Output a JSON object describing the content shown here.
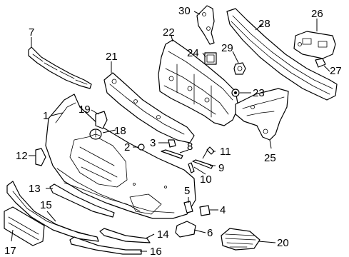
{
  "diagram": {
    "callouts": [
      "1",
      "2",
      "3",
      "4",
      "5",
      "6",
      "7",
      "8",
      "9",
      "10",
      "11",
      "12",
      "13",
      "14",
      "15",
      "16",
      "17",
      "18",
      "19",
      "20",
      "21",
      "22",
      "23",
      "24",
      "25",
      "26",
      "27",
      "28",
      "29",
      "30"
    ],
    "line_color": "#000000",
    "background": "#ffffff"
  }
}
